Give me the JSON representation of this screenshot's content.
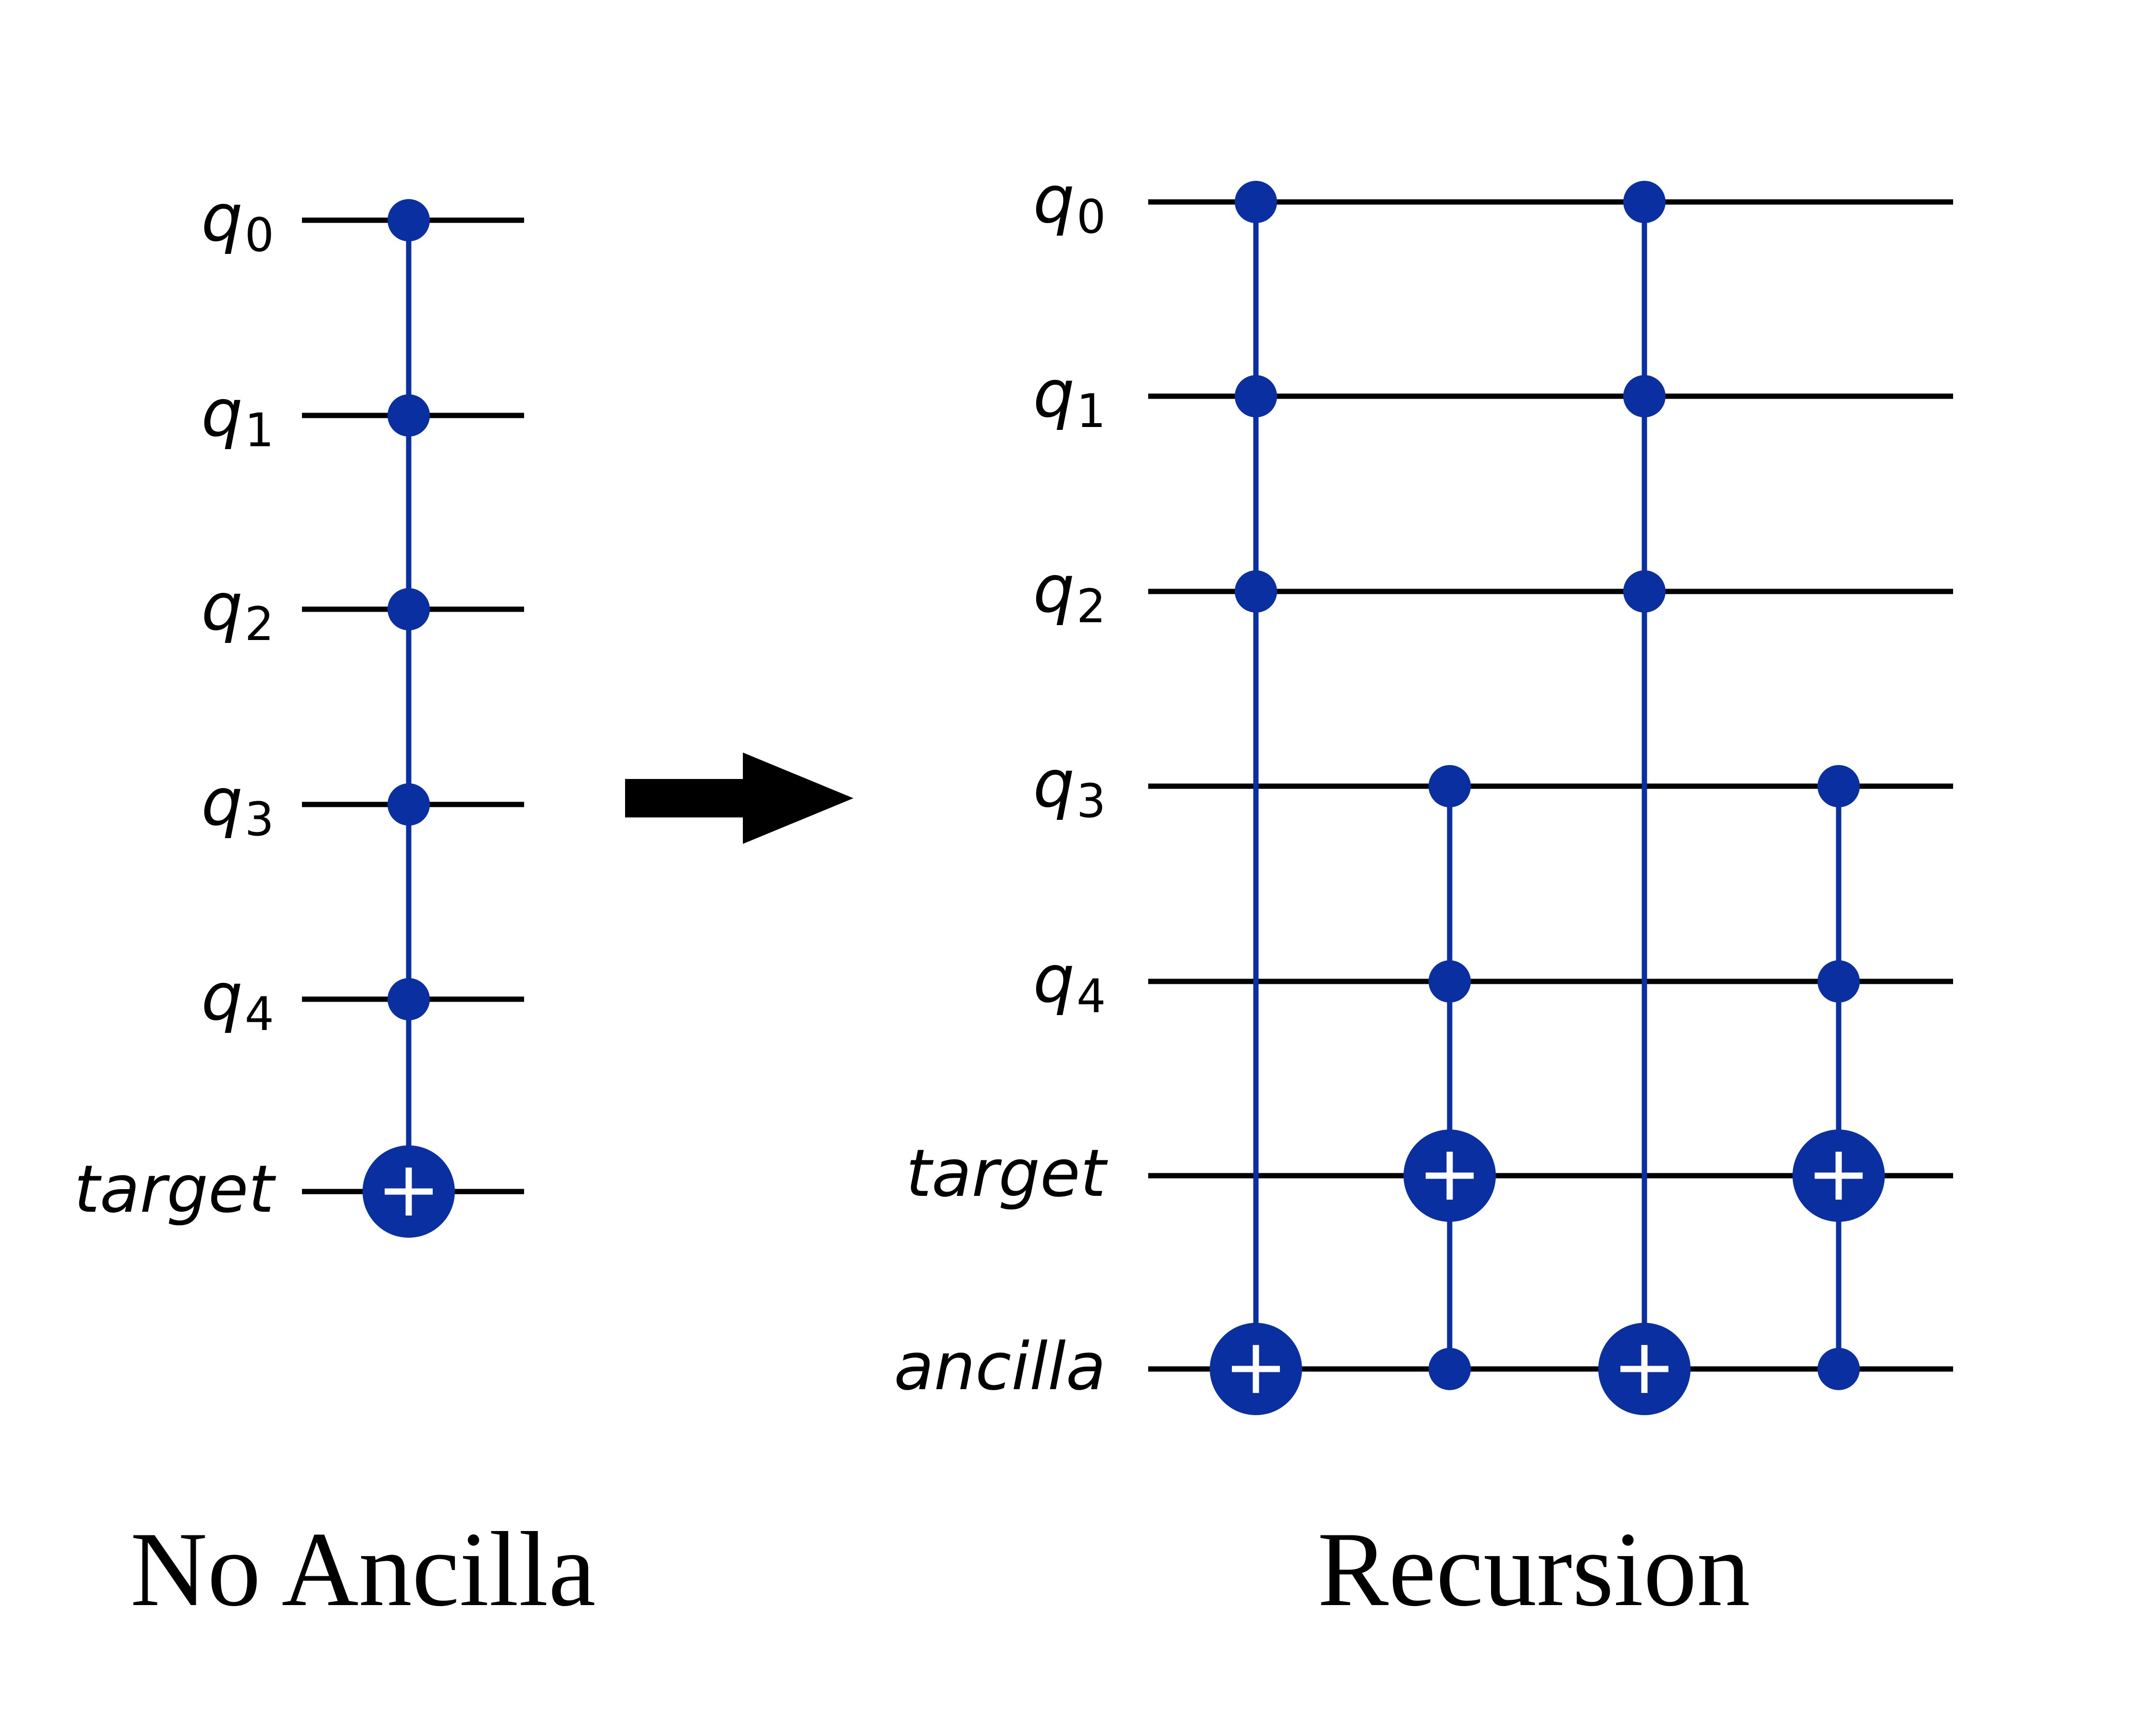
{
  "colors": {
    "gate": "#0a2fa0",
    "wire": "#000000",
    "plus": "#ffffff",
    "arrow": "#000000",
    "background": "#ffffff"
  },
  "arrow": {
    "icon": "right-arrow-icon"
  },
  "left_panel": {
    "caption": "No Ancilla",
    "wires": [
      {
        "id": "q0",
        "base": "q",
        "sub": "0"
      },
      {
        "id": "q1",
        "base": "q",
        "sub": "1"
      },
      {
        "id": "q2",
        "base": "q",
        "sub": "2"
      },
      {
        "id": "q3",
        "base": "q",
        "sub": "3"
      },
      {
        "id": "q4",
        "base": "q",
        "sub": "4"
      },
      {
        "id": "target",
        "base": "target",
        "sub": ""
      }
    ],
    "gates": [
      {
        "name": "mcx-gate",
        "controls": [
          "q0",
          "q1",
          "q2",
          "q3",
          "q4"
        ],
        "target": "target"
      }
    ]
  },
  "right_panel": {
    "caption": "Recursion",
    "wires": [
      {
        "id": "q0",
        "base": "q",
        "sub": "0"
      },
      {
        "id": "q1",
        "base": "q",
        "sub": "1"
      },
      {
        "id": "q2",
        "base": "q",
        "sub": "2"
      },
      {
        "id": "q3",
        "base": "q",
        "sub": "3"
      },
      {
        "id": "q4",
        "base": "q",
        "sub": "4"
      },
      {
        "id": "target",
        "base": "target",
        "sub": ""
      },
      {
        "id": "ancilla",
        "base": "ancilla",
        "sub": ""
      }
    ],
    "gates": [
      {
        "name": "mcx-gate-1",
        "controls": [
          "q0",
          "q1",
          "q2"
        ],
        "target": "ancilla"
      },
      {
        "name": "mcx-gate-2",
        "controls": [
          "q3",
          "q4",
          "ancilla"
        ],
        "target": "target"
      },
      {
        "name": "mcx-gate-3",
        "controls": [
          "q0",
          "q1",
          "q2"
        ],
        "target": "ancilla"
      },
      {
        "name": "mcx-gate-4",
        "controls": [
          "q3",
          "q4",
          "ancilla"
        ],
        "target": "target"
      }
    ]
  }
}
